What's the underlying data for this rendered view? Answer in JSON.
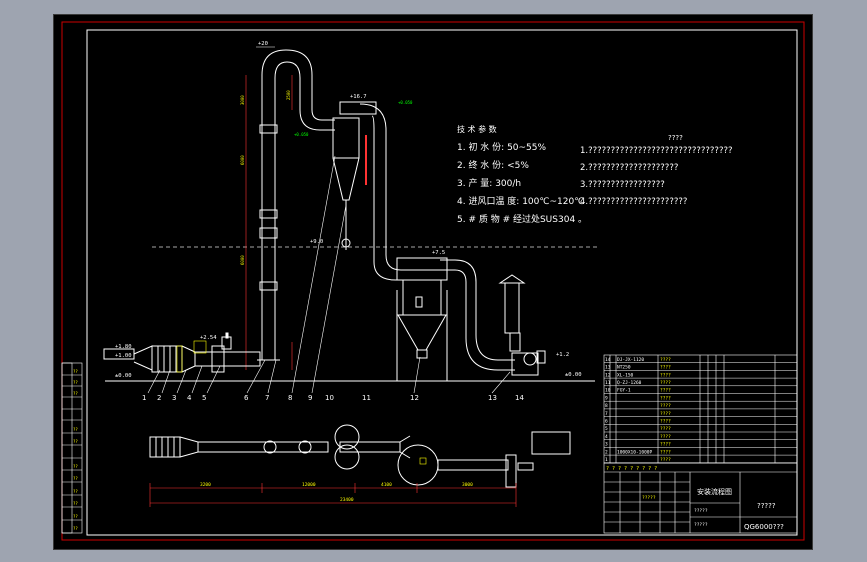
{
  "tech": {
    "heading": "技 术 参 数",
    "items": [
      "1. 初 水 份: 50~55%",
      "2. 终 水 份: <5%",
      "3. 产 量: 300/h",
      "4. 进风口温 度: 100℃~120℃",
      "5. # 质 物 # 经过处SUS304 。"
    ]
  },
  "req": {
    "heading": "????",
    "items": [
      "1.????????????????????????????????",
      "2.????????????????????",
      "3.?????????????????",
      "4.??????????????????????"
    ]
  },
  "elev": {
    "top": "+20",
    "mid": "+16.7",
    "dash": "+9.0",
    "right1": "+7.5",
    "right2": "+1.2",
    "ground": "±0.00",
    "l1": "+1.80",
    "l2": "+1.00",
    "l3": "±0.00",
    "inlet": "+2.54",
    "small": "+0.050"
  },
  "callouts": [
    "1",
    "2",
    "3",
    "4",
    "5",
    "6",
    "7",
    "8",
    "9",
    "10",
    "11",
    "12",
    "13",
    "14"
  ],
  "dims": {
    "h_segments": [
      "3000",
      "6000",
      "6000",
      "2500"
    ],
    "plan": [
      "3200",
      "12000",
      "4100",
      "3000"
    ],
    "plan_total": "23400"
  },
  "parts": [
    {
      "no": "14",
      "code": "DJ-JX-1120",
      "name": "????"
    },
    {
      "no": "13",
      "code": "NT250",
      "name": "????"
    },
    {
      "no": "12",
      "code": "XL-150",
      "name": "????"
    },
    {
      "no": "11",
      "code": "Q-ZJ-1260",
      "name": "????"
    },
    {
      "no": "10",
      "code": "FGY-1",
      "name": "????"
    },
    {
      "no": "9",
      "code": "",
      "name": "????"
    },
    {
      "no": "8",
      "code": "",
      "name": "????"
    },
    {
      "no": "7",
      "code": "",
      "name": "????"
    },
    {
      "no": "6",
      "code": "",
      "name": "????"
    },
    {
      "no": "5",
      "code": "",
      "name": "????"
    },
    {
      "no": "4",
      "code": "",
      "name": "????"
    },
    {
      "no": "3",
      "code": "",
      "name": "????"
    },
    {
      "no": "2",
      "code": "1000X10-1000P",
      "name": "????"
    },
    {
      "no": "1",
      "code": "",
      "name": "????"
    }
  ],
  "title_block": {
    "header": "? ? ? ? ? ? ? ? ?",
    "drawing": "安装流程图",
    "company": "?????",
    "number": "QG6000???",
    "small1": "?????",
    "small2": "?????",
    "small3": "?????"
  }
}
